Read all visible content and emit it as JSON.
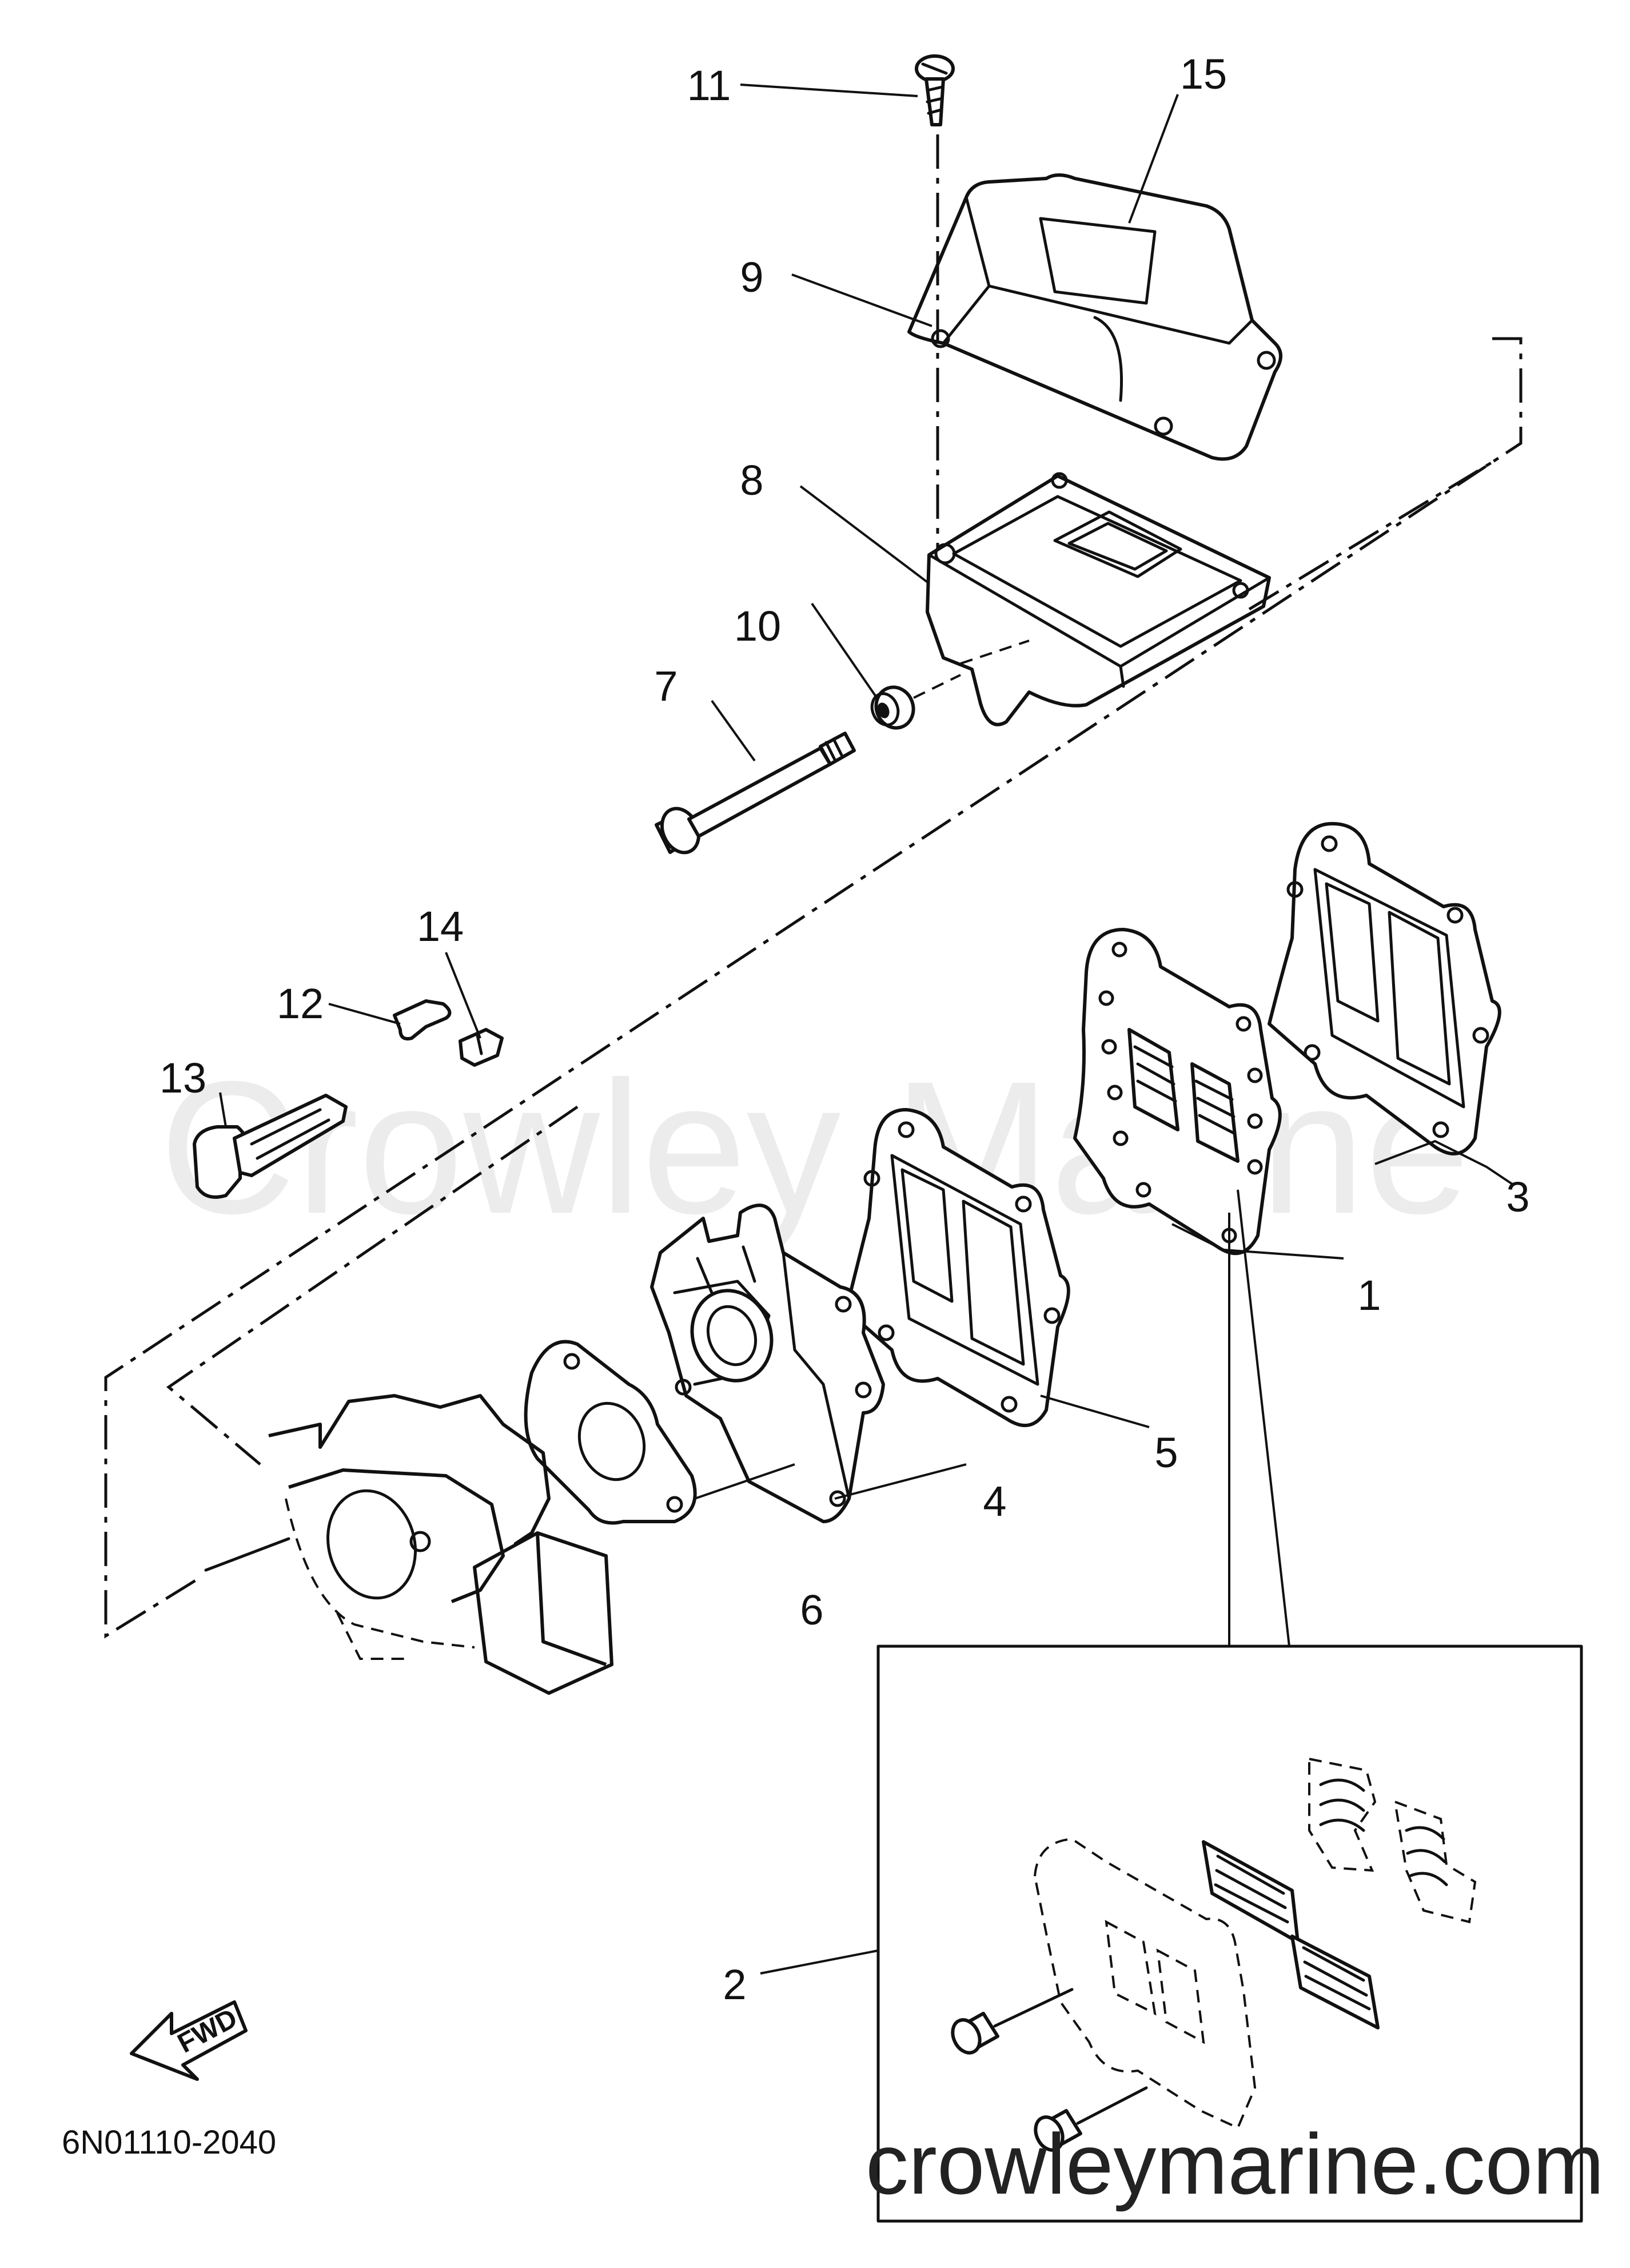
{
  "callouts": {
    "c1": "1",
    "c2": "2",
    "c3": "3",
    "c4": "4",
    "c5": "5",
    "c6": "6",
    "c7": "7",
    "c8": "8",
    "c9": "9",
    "c10": "10",
    "c11": "11",
    "c12": "12",
    "c13": "13",
    "c14": "14",
    "c15": "15"
  },
  "fwd_arrow": {
    "label": "FWD",
    "icon": "forward-arrow-icon"
  },
  "diagram_code": "6N01110-2040",
  "watermark": "Crowley Marine",
  "site_url": "crowleymarine.com"
}
